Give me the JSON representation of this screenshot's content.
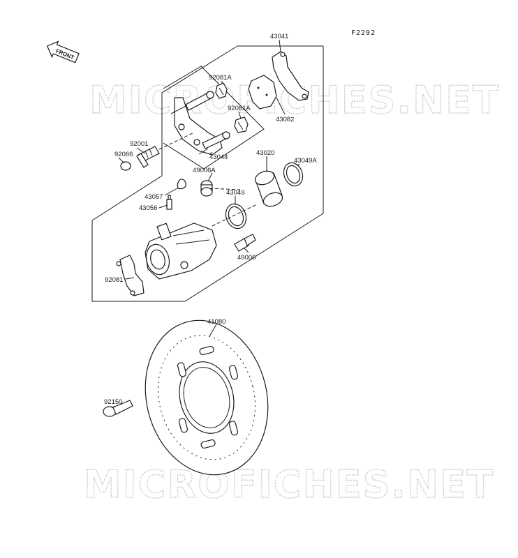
{
  "diagram_code": "F2292",
  "front_label": "FRONT",
  "watermark": "MICROFICHES.NET",
  "parts": {
    "p43041": "43041",
    "p92081A_top": "92081A",
    "p92081A_mid": "92081A",
    "p43082": "43082",
    "p92001": "92001",
    "p92066": "92066",
    "p43044": "43044",
    "p43049A": "43049A",
    "p43020": "43020",
    "p43057": "43057",
    "p49006A": "49006A",
    "p43049": "43049",
    "p43056": "43056",
    "p49006": "49006",
    "p92081": "92081",
    "p41080": "41080",
    "p92150": "92150"
  }
}
